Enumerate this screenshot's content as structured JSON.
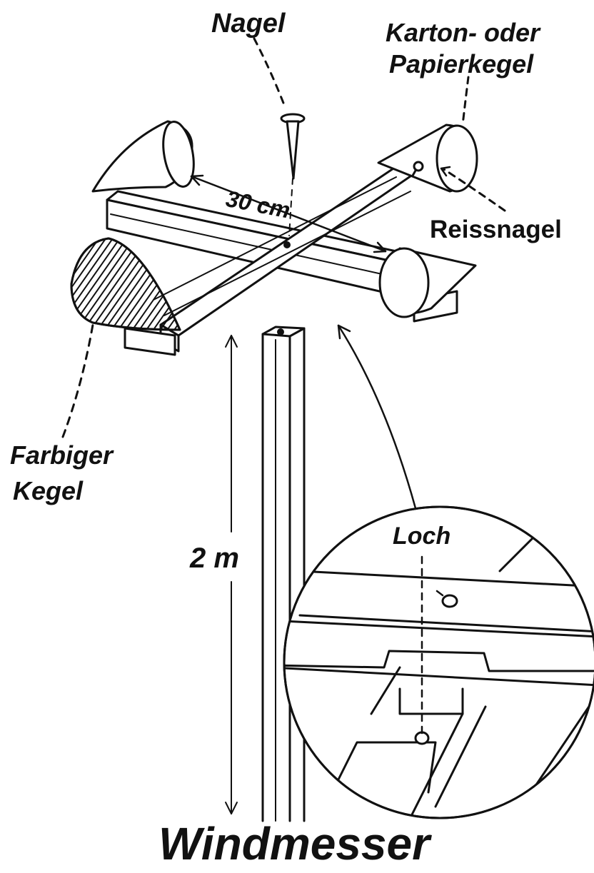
{
  "title": "Windmesser",
  "labels": {
    "nail": "Nagel",
    "cone_line1": "Karton- oder",
    "cone_line2": "Papierkegel",
    "thumbtack": "Reissnagel",
    "distance": "30 cm",
    "colored_line1": "Farbiger",
    "colored_line2": "Kegel",
    "height": "2 m",
    "hole": "Loch"
  },
  "colors": {
    "ink": "#111111",
    "paper": "#ffffff"
  }
}
